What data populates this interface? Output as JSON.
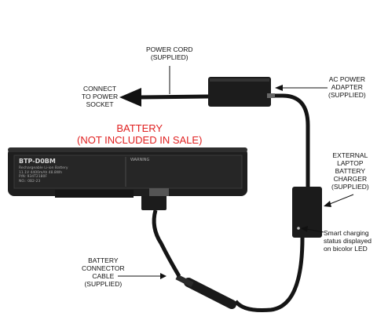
{
  "labels": {
    "power_cord": [
      "POWER CORD",
      "(SUPPLIED)"
    ],
    "connect": [
      "CONNECT",
      "TO POWER",
      "SOCKET"
    ],
    "ac_adapter": [
      "AC POWER",
      "ADAPTER",
      "(SUPPLIED)"
    ],
    "battery": [
      "BATTERY",
      "(NOT INCLUDED IN SALE)"
    ],
    "external_charger": [
      "EXTERNAL",
      "LAPTOP",
      "BATTERY",
      "CHARGER",
      "(SUPPLIED)"
    ],
    "smart_charging": [
      "Smart charging",
      "status displayed",
      "on bicolor LED"
    ],
    "connector_cable": [
      "BATTERY",
      "CONNECTOR",
      "CABLE",
      "(SUPPLIED)"
    ]
  },
  "battery_print": {
    "model": "BTP-D0BM",
    "line1": "Rechargeable Li-ion Battery",
    "line2": "11.1V 4400mAh 48.8Wh",
    "line3": "P/N: 934T2180F",
    "line4": "NO.: 0B2-23",
    "warning": "WARNING"
  },
  "colors": {
    "red_text": "#e02020",
    "device_black": "#1b1b1b",
    "cable": "#151515"
  }
}
